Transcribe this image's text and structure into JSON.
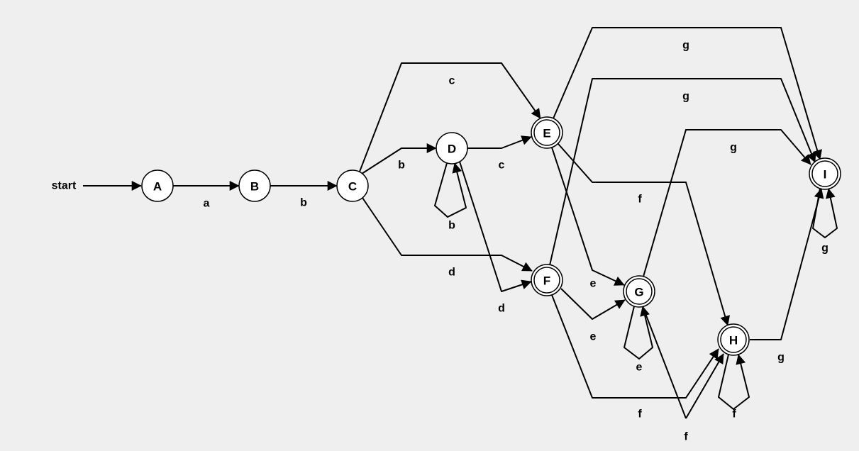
{
  "start_label": "start",
  "states": [
    {
      "id": "A",
      "label": "A",
      "accepting": false
    },
    {
      "id": "B",
      "label": "B",
      "accepting": false
    },
    {
      "id": "C",
      "label": "C",
      "accepting": false
    },
    {
      "id": "D",
      "label": "D",
      "accepting": false
    },
    {
      "id": "E",
      "label": "E",
      "accepting": true
    },
    {
      "id": "F",
      "label": "F",
      "accepting": true
    },
    {
      "id": "G",
      "label": "G",
      "accepting": true
    },
    {
      "id": "H",
      "label": "H",
      "accepting": true
    },
    {
      "id": "I",
      "label": "I",
      "accepting": true
    }
  ],
  "transitions": [
    {
      "from": "A",
      "to": "B",
      "symbol": "a"
    },
    {
      "from": "B",
      "to": "C",
      "symbol": "b"
    },
    {
      "from": "C",
      "to": "D",
      "symbol": "b"
    },
    {
      "from": "C",
      "to": "E",
      "symbol": "c"
    },
    {
      "from": "C",
      "to": "F",
      "symbol": "d"
    },
    {
      "from": "D",
      "to": "D",
      "symbol": "b"
    },
    {
      "from": "D",
      "to": "E",
      "symbol": "c"
    },
    {
      "from": "D",
      "to": "F",
      "symbol": "d"
    },
    {
      "from": "E",
      "to": "I",
      "symbol": "g"
    },
    {
      "from": "E",
      "to": "H",
      "symbol": "f"
    },
    {
      "from": "E",
      "to": "G",
      "symbol": "e"
    },
    {
      "from": "F",
      "to": "I",
      "symbol": "g"
    },
    {
      "from": "F",
      "to": "G",
      "symbol": "e"
    },
    {
      "from": "F",
      "to": "H",
      "symbol": "f"
    },
    {
      "from": "G",
      "to": "I",
      "symbol": "g"
    },
    {
      "from": "G",
      "to": "G",
      "symbol": "e"
    },
    {
      "from": "G",
      "to": "H",
      "symbol": "f"
    },
    {
      "from": "H",
      "to": "H",
      "symbol": "f"
    },
    {
      "from": "H",
      "to": "I",
      "symbol": "g"
    },
    {
      "from": "I",
      "to": "I",
      "symbol": "g"
    }
  ]
}
